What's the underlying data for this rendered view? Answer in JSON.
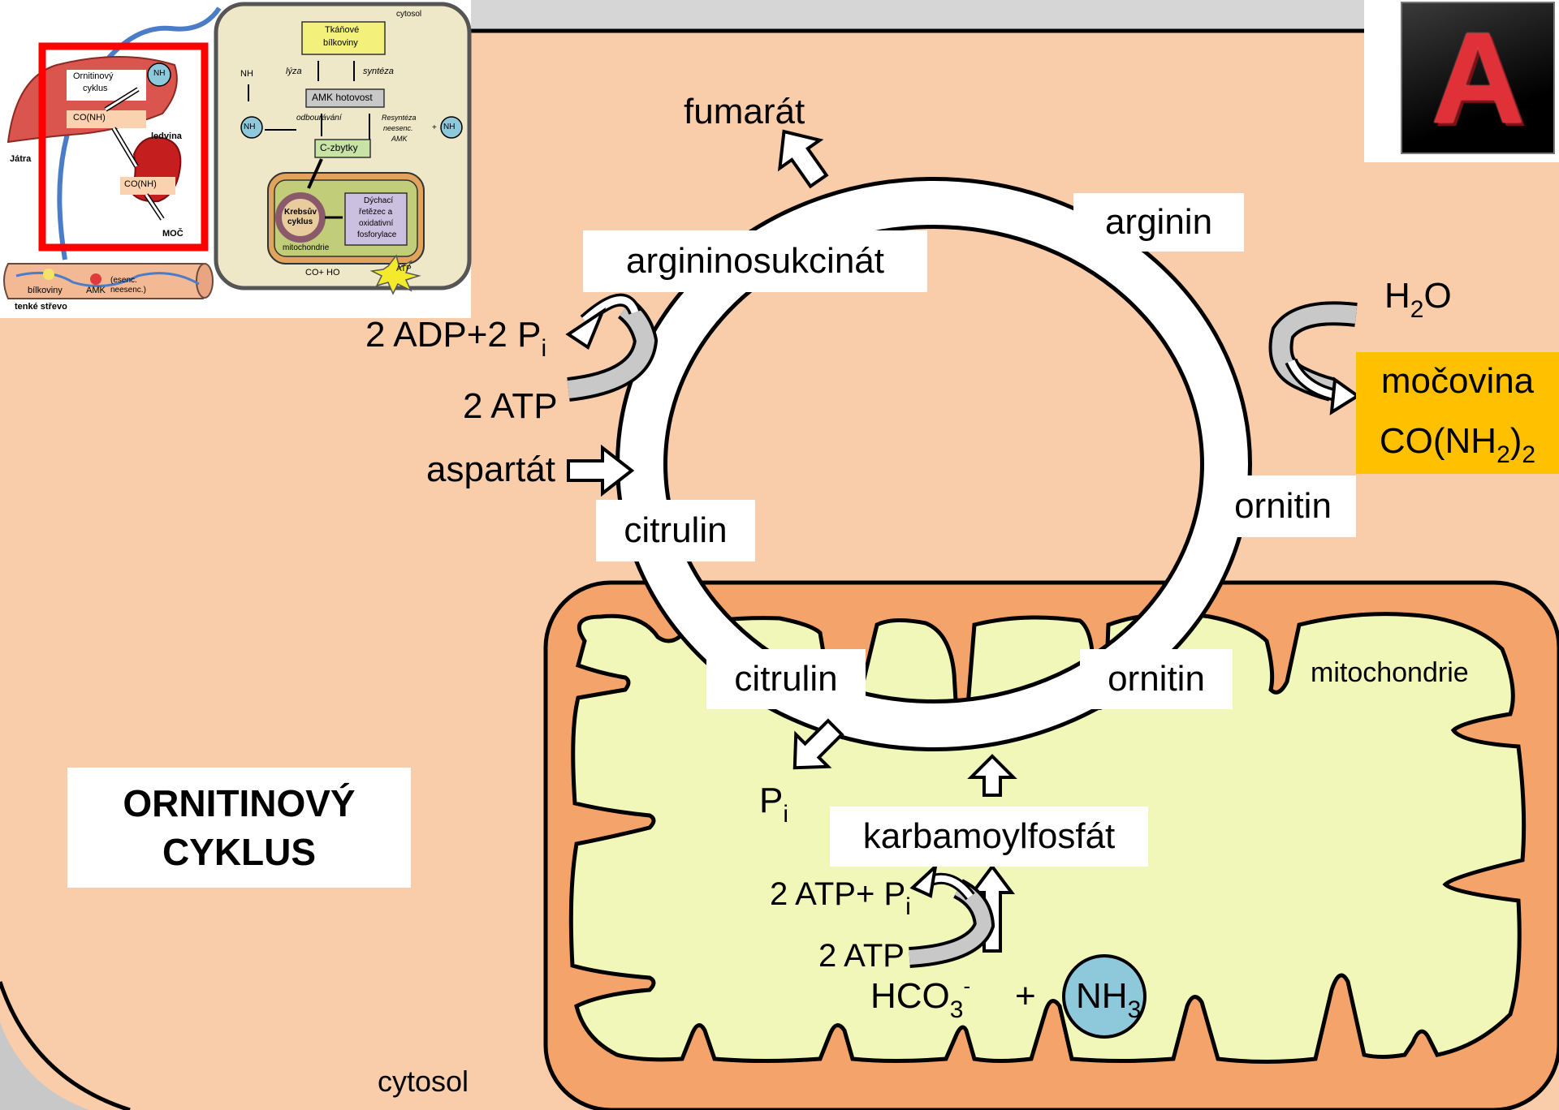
{
  "diagram": {
    "title_line1": "ORNITINOVÝ",
    "title_line2": "CYKLUS",
    "slide_badge": "A",
    "cycle": {
      "fumarate": "fumarát",
      "arginine": "arginin",
      "argininosuccinate": "argininosukcinát",
      "adp": "2 ADP+2 P",
      "adp_sub": "i",
      "atp": "2 ATP",
      "aspartate": "aspartát",
      "citrulline_cytosol": "citrulin",
      "citrulline_mito": "citrulin",
      "ornithine_cytosol": "ornitin",
      "ornithine_mito": "ornitin",
      "water": "H",
      "water_sub": "2",
      "water_tail": "O",
      "urea": "močovina",
      "urea_formula_a": "CO(NH",
      "urea_formula_sub1": "2",
      "urea_formula_b": ")",
      "urea_formula_sub2": "2",
      "phosphate": "P",
      "phosphate_sub": "i",
      "carbamoyl": "karbamoylfosfát",
      "atp_pi": "2 ATP+ P",
      "atp_pi_sub": "i",
      "atp2": "2 ATP",
      "hco3": "HCO",
      "hco3_sub": "3",
      "hco3_sup": "-",
      "plus": "+",
      "nh3": "NH",
      "nh3_sub": "3",
      "mitochondria": "mitochondrie",
      "cytosol": "cytosol"
    },
    "inset": {
      "liver_cycle": "Ornitinový",
      "liver_cycle2": "cyklus",
      "nh3": "NH",
      "urea": "CO(NH",
      "urea_end": ")",
      "kidney": "ledvina",
      "liver": "Játra",
      "urine": "MOČ",
      "proteins_t": "Tkáňové",
      "proteins_t2": "bílkoviny",
      "lysis": "lýza",
      "synthesis": "syntéza",
      "nh4": "NH",
      "amk_pool": "AMK hotovost",
      "degradation": "odbourávání",
      "resynth": "Resyntéza",
      "resynth2": "neesenc.",
      "resynth3": "AMK",
      "c_skeleton": "C-zbytky",
      "krebs": "Krebsův",
      "krebs2": "cyklus",
      "resp": "Dýchací",
      "resp2": "řetězec a",
      "resp3": "oxidativní",
      "resp4": "fosforylace",
      "mito": "mitochondrie",
      "co2": "CO",
      "water": "+ H",
      "water_end": "O",
      "atp": "ATP",
      "cytosol": "cytosol",
      "proteins": "bílkoviny",
      "amk": "AMK",
      "esenc": "(esenc.",
      "neesenc": "neesenc.)",
      "intestine": "tenké střevo",
      "plus": "+"
    }
  },
  "colors": {
    "cytosol_bg": "#F9CCAA",
    "mito_outer": "#F4A46A",
    "mito_inner": "#F0F7B8",
    "urea_box": "#FFC000",
    "nh3_circle": "#8EC9DB",
    "frame_red": "#FF0000",
    "gray_arrow": "#C8C8C8"
  }
}
